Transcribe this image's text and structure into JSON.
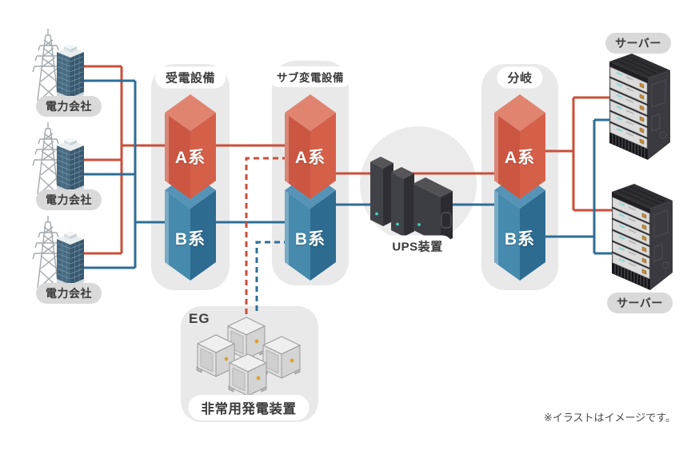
{
  "note": "※イラストはイメージです。",
  "colors": {
    "line_a": "#c94f3a",
    "line_b": "#2d6e96",
    "block_a_left": "#cb5743",
    "block_b_left": "#468aad",
    "panel": "#e9e9e9"
  },
  "power_companies": [
    {
      "label": "電力会社"
    },
    {
      "label": "電力会社"
    },
    {
      "label": "電力会社"
    }
  ],
  "receiving": {
    "title": "受電設備",
    "a": "A系",
    "b": "B系"
  },
  "sub_transformer": {
    "title": "サブ変電設備",
    "a": "A系",
    "b": "B系"
  },
  "ups": {
    "label": "UPS装置"
  },
  "branch": {
    "title": "分岐",
    "a": "A系",
    "b": "B系"
  },
  "servers": [
    {
      "label": "サーバー"
    },
    {
      "label": "サーバー"
    }
  ],
  "generator": {
    "tag": "EG",
    "label": "非常用発電装置"
  }
}
